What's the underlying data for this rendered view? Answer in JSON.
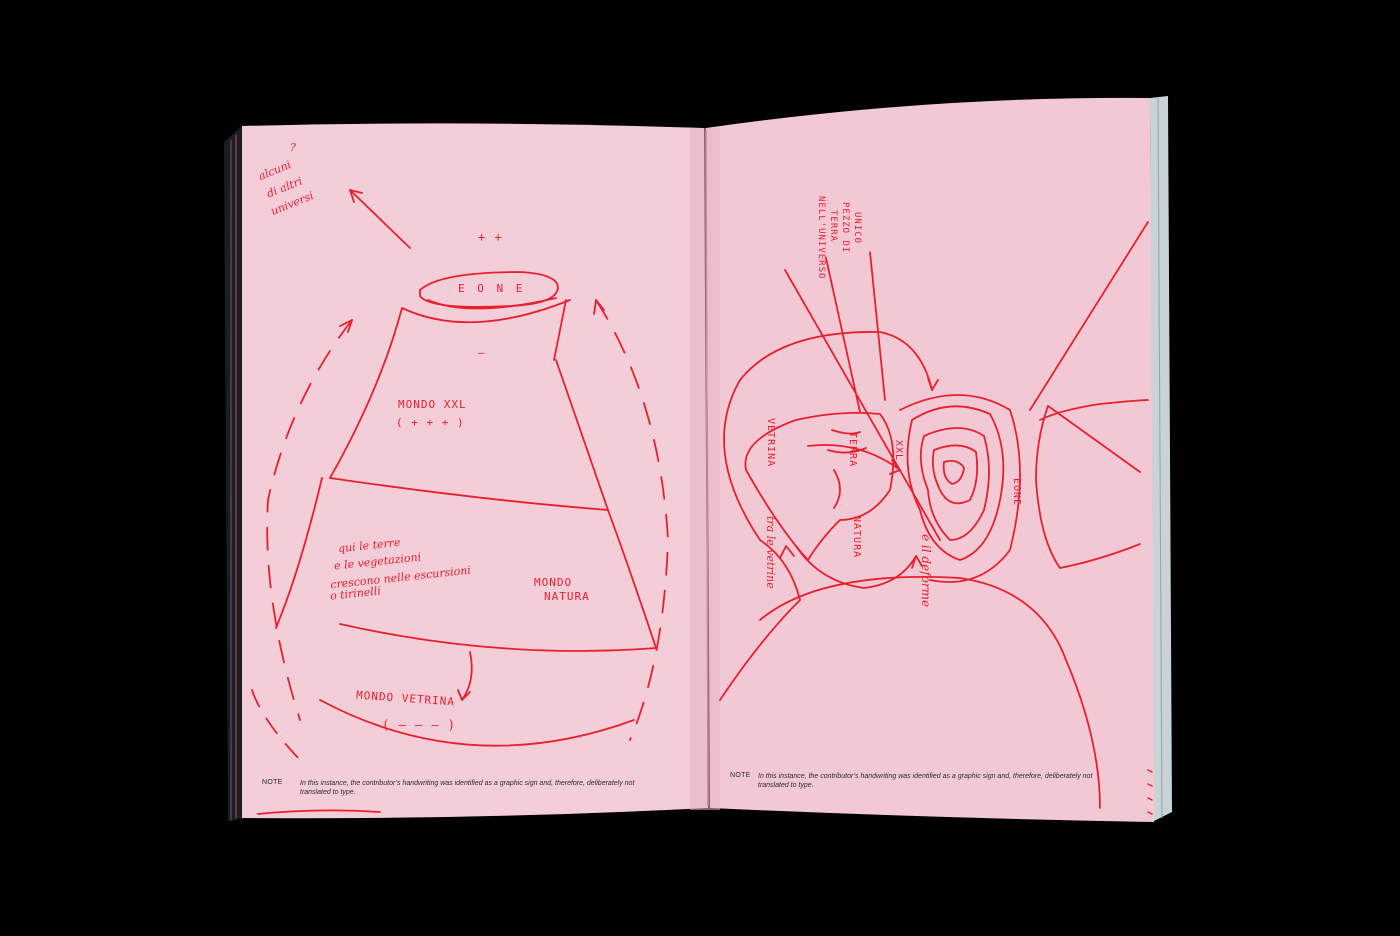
{
  "colors": {
    "background": "#000000",
    "paper": "#f2c9d6",
    "ink": "#e8202e",
    "note_text": "#2a2a2a"
  },
  "left_page": {
    "note_label": "NOTE",
    "note_text": "In this instance, the contributor’s handwriting was identified as a graphic sign and, therefore, deliberately not translated to type.",
    "handwriting": {
      "top_corner": [
        "?",
        "alcuni",
        "di altri",
        "universi"
      ],
      "plus_top": "+ +",
      "eone": "E O N E",
      "minus": "–",
      "mondo_xxl": "MONDO XXL",
      "xxl_sign": "( + + + )",
      "middle_note": [
        "qui le terre",
        "e le vegetazioni",
        "crescono nelle escursioni",
        "o tirinelli"
      ],
      "mondo_natura_1": "MONDO",
      "mondo_natura_2": "NATURA",
      "mondo_vetrina": "MONDO VETRINA",
      "vetrina_sign": "( – – – )"
    }
  },
  "right_page": {
    "note_label": "NOTE",
    "note_text": "In this instance, the contributor’s handwriting was identified as a graphic sign and, therefore, deliberately not translated to type.",
    "handwriting": {
      "unico": [
        "UNICO",
        "PEZZO DI",
        "TERRA",
        "NELL'UNIVERSO"
      ],
      "vetrina": "VETRINA",
      "terra": "TERRA",
      "xxl": "XXL",
      "eone": "EONE",
      "natura": "NATURA",
      "tra_le_vetrine": "tra le vetrine",
      "e_il_deforme": "e il deforme"
    }
  }
}
